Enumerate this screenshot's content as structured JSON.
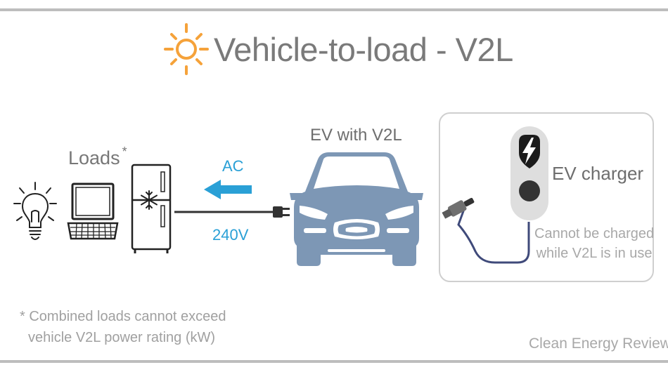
{
  "title": "Vehicle-to-load - V2L",
  "loads_label": "Loads",
  "loads_mark": "*",
  "flow": {
    "direction_label": "AC",
    "voltage_label": "240V"
  },
  "vehicle_label": "EV with V2L",
  "charger": {
    "label": "EV charger",
    "note_line1": "Cannot be charged",
    "note_line2": "while V2L is in use"
  },
  "footnote": {
    "line1": "* Combined loads cannot exceed",
    "line2": "vehicle V2L power rating (kW)"
  },
  "credit": "Clean Energy Reviews",
  "icons": [
    "sun-icon",
    "light-bulb-icon",
    "laptop-icon",
    "fridge-icon",
    "arrow-left-icon",
    "plug-icon",
    "car-icon",
    "charger-icon",
    "lightning-icon",
    "charging-connector-icon"
  ],
  "colors": {
    "accent_blue": "#2aa0d6",
    "vehicle": "#7d97b5",
    "sun": "#f5a23a",
    "charger_body": "#dedede"
  }
}
